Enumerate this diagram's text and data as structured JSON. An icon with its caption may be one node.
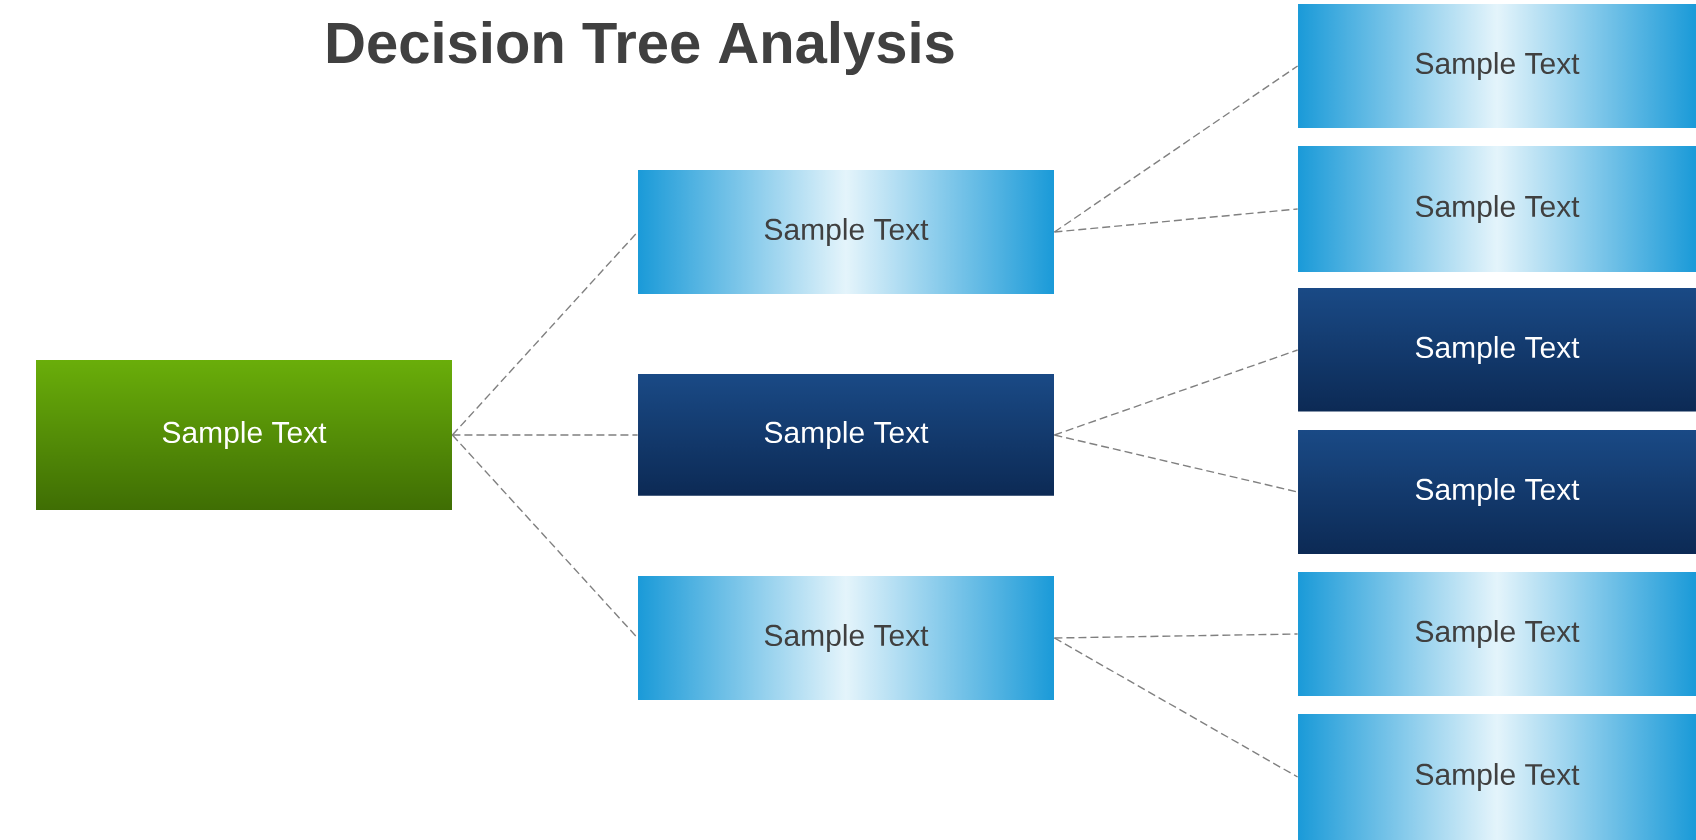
{
  "diagram": {
    "title": "Decision Tree Analysis",
    "nodes": [
      {
        "text": [
          "Sample Text"
        ]
      },
      {
        "text": [
          "Sample Text"
        ]
      },
      {
        "text": [
          "Sample Text"
        ]
      },
      {
        "text": [
          "Sample Text"
        ]
      },
      {
        "text": [
          "Sample Text"
        ]
      },
      {
        "text": [
          "Sample Text"
        ]
      },
      {
        "text": [
          "Sample Text"
        ]
      },
      {
        "text": [
          "Sample Text"
        ]
      },
      {
        "text": [
          "Sample Text"
        ]
      },
      {
        "text": [
          "Sample Text"
        ]
      }
    ],
    "edges": [
      {
        "from": 0,
        "to": 1,
        "arrow": "none"
      },
      {
        "from": 0,
        "to": 2,
        "arrow": "none"
      },
      {
        "from": 0,
        "to": 3,
        "arrow": "none"
      },
      {
        "from": 1,
        "to": 4,
        "arrow": "none"
      },
      {
        "from": 1,
        "to": 5,
        "arrow": "none"
      },
      {
        "from": 2,
        "to": 6,
        "arrow": "none"
      },
      {
        "from": 2,
        "to": 7,
        "arrow": "none"
      },
      {
        "from": 3,
        "to": 8,
        "arrow": "none"
      },
      {
        "from": 3,
        "to": 9,
        "arrow": "none"
      }
    ]
  }
}
